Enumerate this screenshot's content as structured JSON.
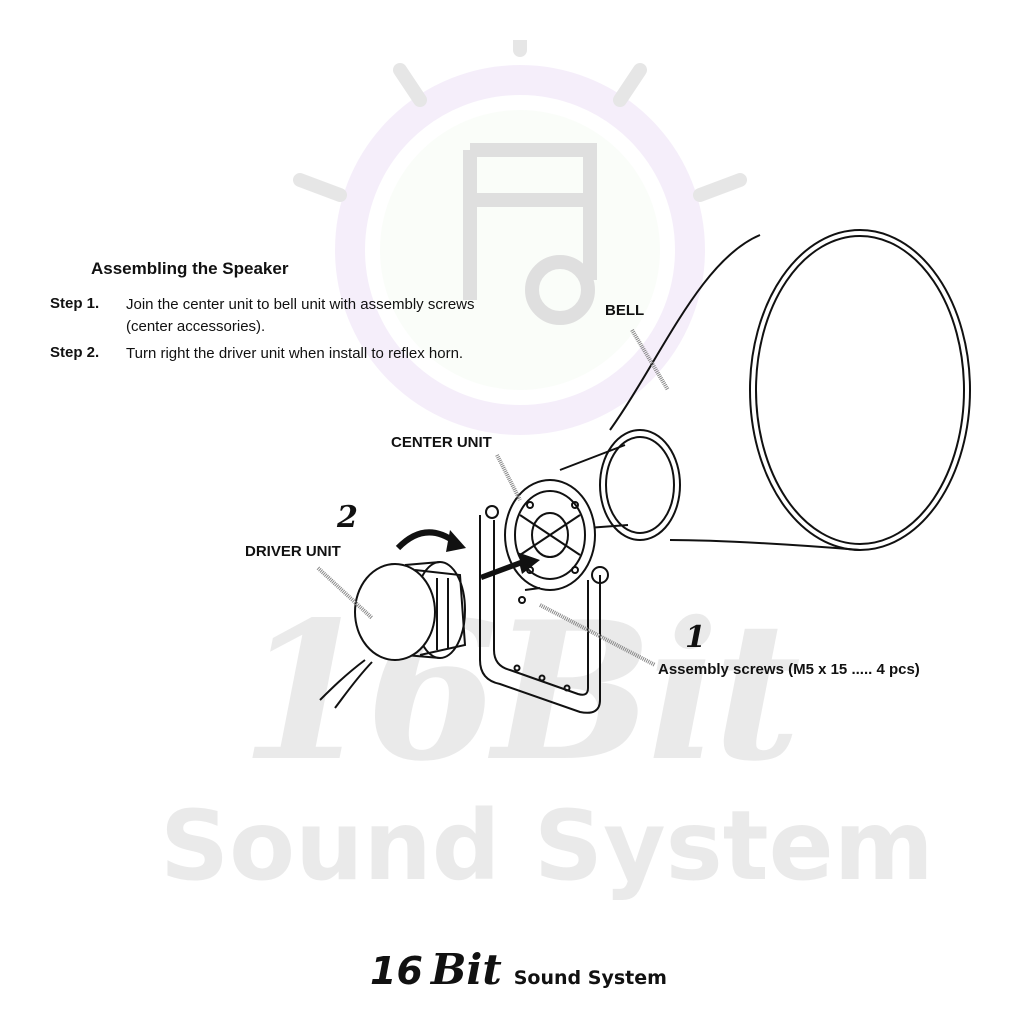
{
  "heading": "Assembling the Speaker",
  "steps": [
    {
      "label": "Step 1.",
      "text": "Join the center unit to bell unit with assembly screws (center accessories)."
    },
    {
      "label": "Step 2.",
      "text": "Turn right the driver unit when install to reflex horn."
    }
  ],
  "callouts": {
    "bell": "BELL",
    "center_unit": "CENTER UNIT",
    "driver_unit": "DRIVER UNIT",
    "screws": "Assembly screws (M5 x 15 ..... 4 pcs)"
  },
  "step_numbers": {
    "driver": "2",
    "screws": "1"
  },
  "watermark": {
    "big": "16Bit",
    "sub": "Sound System"
  },
  "brand": {
    "num": "16",
    "bit": "Bit",
    "sub": "Sound System"
  },
  "colors": {
    "ink": "#111111",
    "background": "#ffffff"
  }
}
